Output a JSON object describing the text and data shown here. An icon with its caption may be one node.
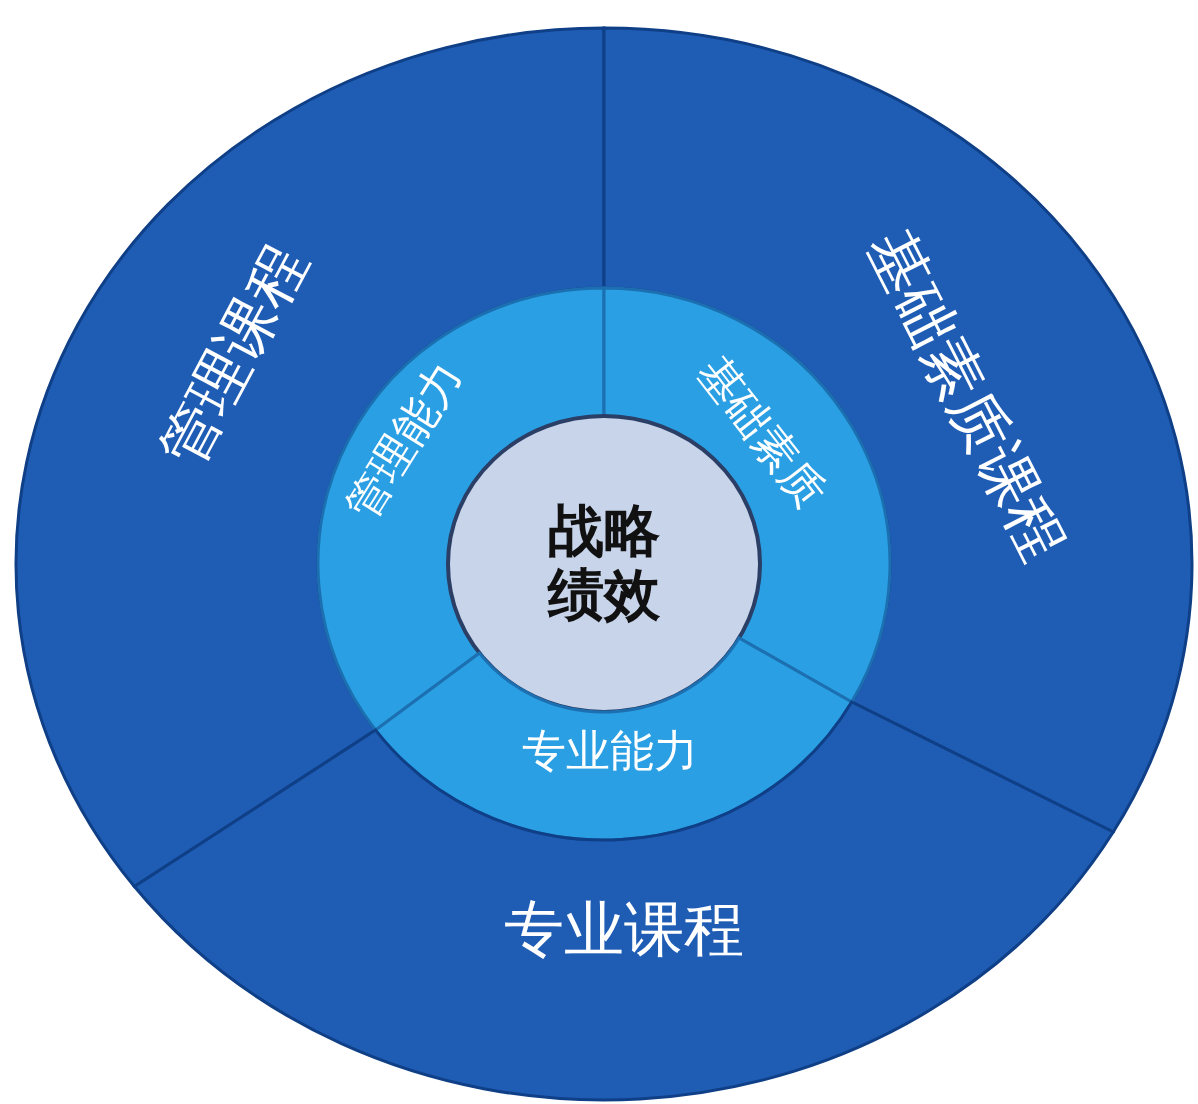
{
  "diagram": {
    "nodes": [
      {
        "text": [
          "管理课程"
        ]
      },
      {
        "text": [
          "基础素质课程"
        ]
      },
      {
        "text": [
          "管理能力"
        ]
      },
      {
        "text": [
          "基础素质"
        ]
      },
      {
        "text": [
          "战略绩效"
        ]
      },
      {
        "text": [
          "专业能力"
        ]
      },
      {
        "text": [
          "专业课程"
        ]
      }
    ]
  }
}
